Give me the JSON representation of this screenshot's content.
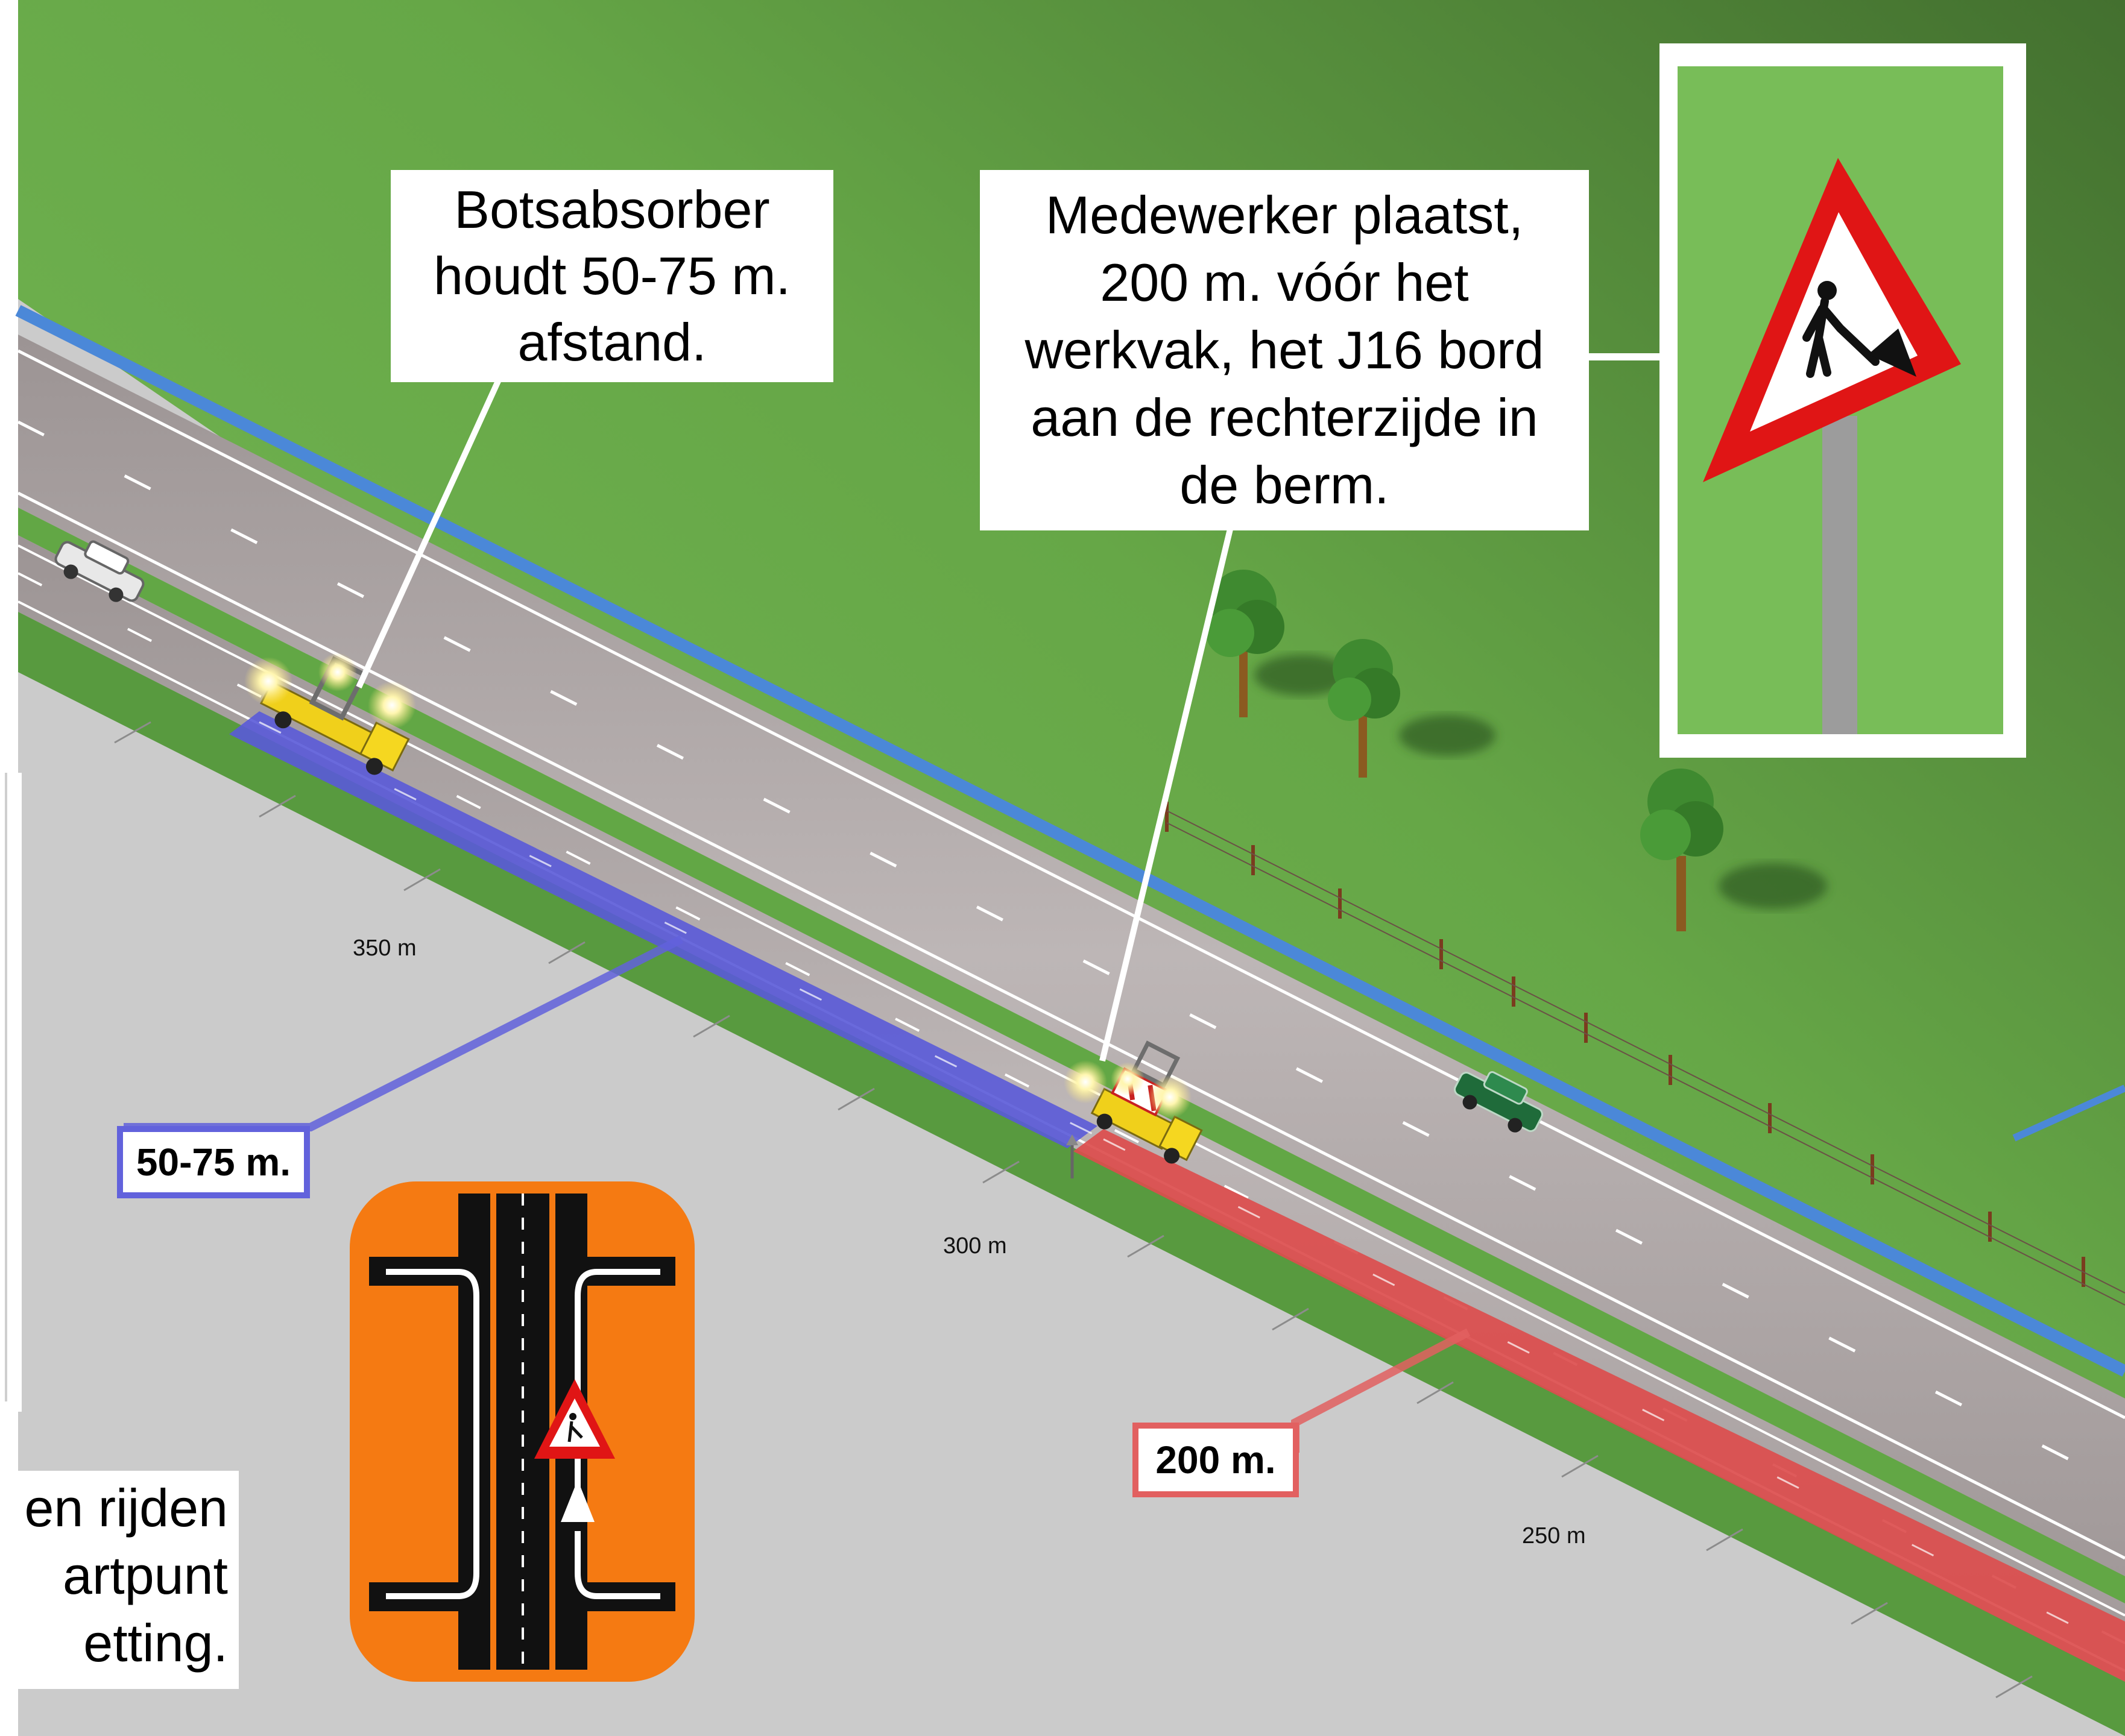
{
  "callouts": {
    "absorber": [
      "Botsabsorber",
      "houdt 50-75 m.",
      "afstand."
    ],
    "worker": [
      "Medewerker plaatst,",
      "200 m. vóór het",
      "werkvak, het J16 bord",
      "aan de rechterzijde in",
      "de berm."
    ]
  },
  "left_caption": [
    "en rijden",
    "artpunt",
    "etting."
  ],
  "distance_labels": {
    "buffer": "50-75 m.",
    "sign": "200 m."
  },
  "distance_markers": [
    "350 m",
    "300 m",
    "250 m"
  ],
  "sign": {
    "code": "J16",
    "icon": "roadworks-warning-sign"
  },
  "colors": {
    "grass": "#6fb04e",
    "road": "#a9a2a2",
    "buffer_zone": "#5555d6",
    "sign_zone": "#d94848",
    "vehicle": "#f2d21b",
    "icon_bg": "#f57a12",
    "sign_border": "#e01515"
  }
}
